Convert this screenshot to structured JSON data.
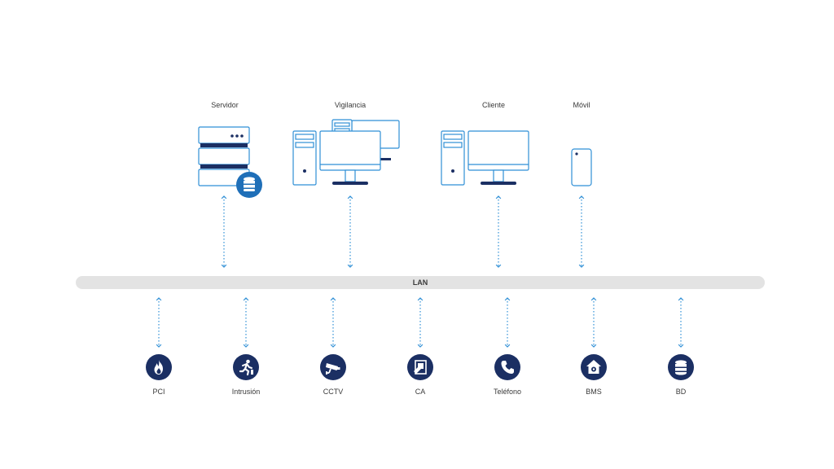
{
  "top_devices": [
    {
      "label": "Servidor"
    },
    {
      "label": "Vigilancia"
    },
    {
      "label": "Cliente"
    },
    {
      "label": "Móvil"
    }
  ],
  "lan": {
    "label": "LAN"
  },
  "systems": [
    {
      "label": "PCI",
      "icon": "fire-icon"
    },
    {
      "label": "Intrusión",
      "icon": "running-person-icon"
    },
    {
      "label": "CCTV",
      "icon": "camera-icon"
    },
    {
      "label": "CA",
      "icon": "access-card-icon"
    },
    {
      "label": "Teléfono",
      "icon": "phone-icon"
    },
    {
      "label": "BMS",
      "icon": "smart-home-icon"
    },
    {
      "label": "BD",
      "icon": "database-icon"
    }
  ],
  "colors": {
    "outline": "#2f8fd6",
    "navy": "#1b2f63",
    "bar": "#e3e3e3",
    "text": "#3a3a3a"
  }
}
